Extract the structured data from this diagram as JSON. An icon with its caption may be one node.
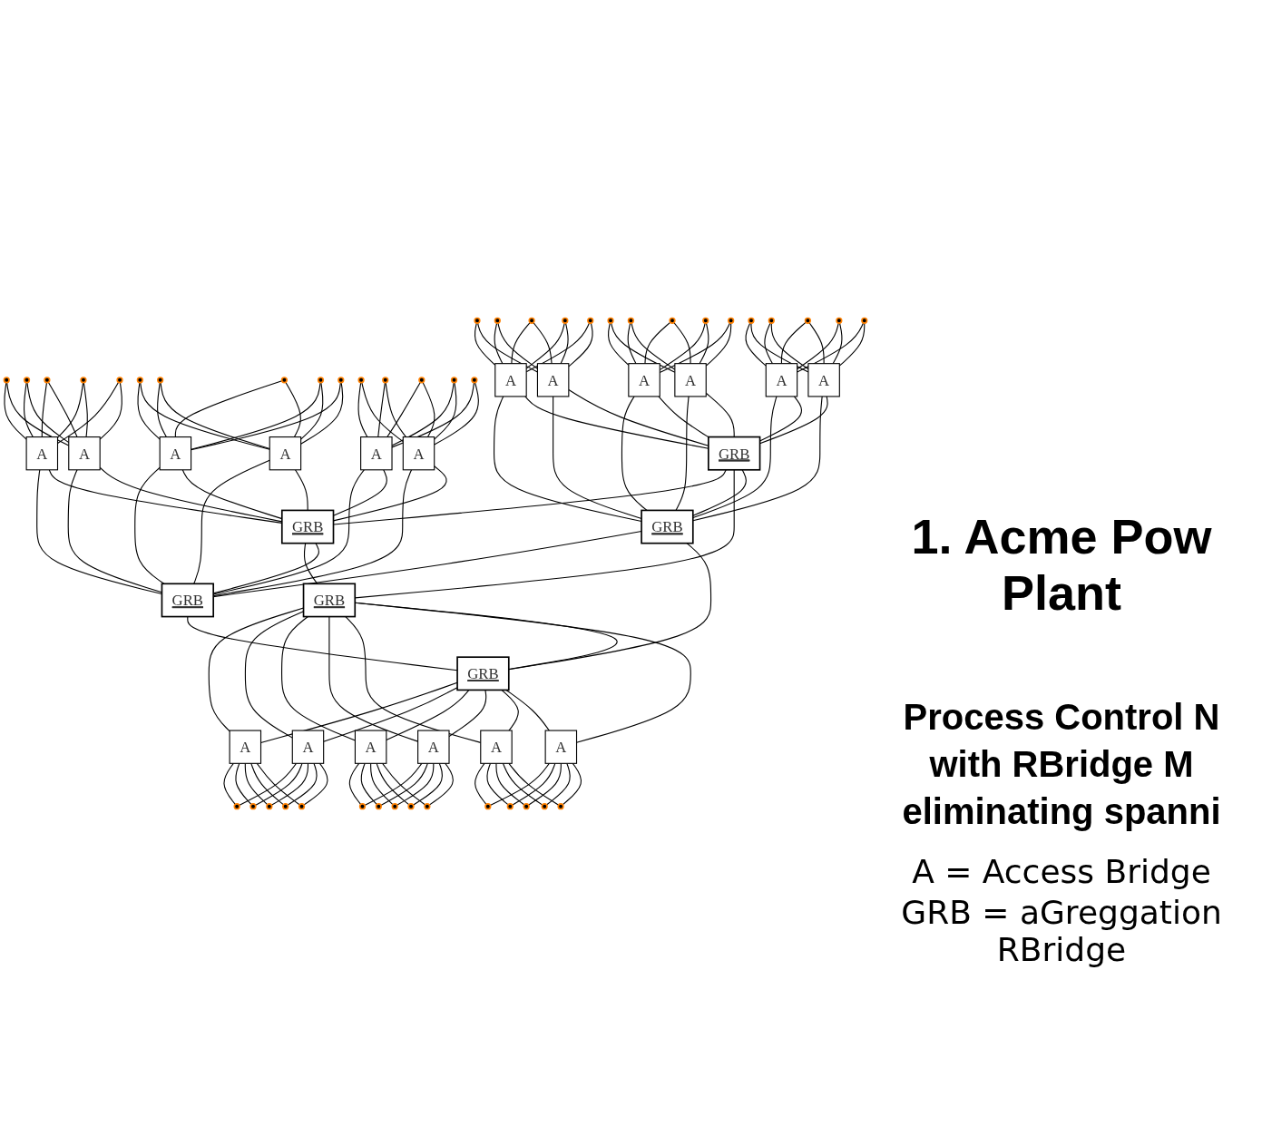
{
  "diagram": {
    "title": "1. Acme Pow Plant",
    "nodes": [
      {
        "text": [],
        "shape": "circle"
      },
      {
        "text": [],
        "shape": "circle"
      },
      {
        "text": [],
        "shape": "circle"
      },
      {
        "text": [],
        "shape": "circle"
      },
      {
        "text": [],
        "shape": "circle"
      },
      {
        "text": [],
        "shape": "circle"
      },
      {
        "text": [],
        "shape": "circle"
      },
      {
        "text": [],
        "shape": "circle"
      },
      {
        "text": [],
        "shape": "circle"
      },
      {
        "text": [],
        "shape": "circle"
      },
      {
        "text": [],
        "shape": "circle"
      },
      {
        "text": [],
        "shape": "circle"
      },
      {
        "text": [],
        "shape": "circle"
      },
      {
        "text": [],
        "shape": "circle"
      },
      {
        "text": [],
        "shape": "circle"
      },
      {
        "text": [],
        "shape": "circle"
      },
      {
        "text": [],
        "shape": "circle"
      },
      {
        "text": [],
        "shape": "circle"
      },
      {
        "text": [],
        "shape": "circle"
      },
      {
        "text": [],
        "shape": "circle"
      },
      {
        "text": [],
        "shape": "circle"
      },
      {
        "text": [],
        "shape": "circle"
      },
      {
        "text": [],
        "shape": "circle"
      },
      {
        "text": [],
        "shape": "circle"
      },
      {
        "text": [],
        "shape": "circle"
      },
      {
        "text": [],
        "shape": "circle"
      },
      {
        "text": [],
        "shape": "circle"
      },
      {
        "text": [],
        "shape": "circle"
      },
      {
        "text": [],
        "shape": "circle"
      },
      {
        "text": [],
        "shape": "circle"
      },
      {
        "text": [
          "A"
        ]
      },
      {
        "text": [
          "A"
        ]
      },
      {
        "text": [
          "A"
        ]
      },
      {
        "text": [
          "A"
        ]
      },
      {
        "text": [
          "A"
        ]
      },
      {
        "text": [
          "A"
        ]
      },
      {
        "text": [
          "A"
        ]
      },
      {
        "text": [
          "A"
        ]
      },
      {
        "text": [
          "A"
        ]
      },
      {
        "text": [
          "A"
        ]
      },
      {
        "text": [
          "A"
        ]
      },
      {
        "text": [
          "A"
        ]
      },
      {
        "text": [
          "GRB"
        ]
      },
      {
        "text": [
          "GRB"
        ]
      },
      {
        "text": [
          "GRB"
        ]
      },
      {
        "text": [
          "GRB"
        ]
      },
      {
        "text": [
          "GRB"
        ]
      },
      {
        "text": [
          "GRB"
        ]
      },
      {
        "text": [
          "A"
        ]
      },
      {
        "text": [
          "A"
        ]
      },
      {
        "text": [
          "A"
        ]
      },
      {
        "text": [
          "A"
        ]
      },
      {
        "text": [
          "A"
        ]
      },
      {
        "text": [
          "A"
        ]
      },
      {
        "text": [],
        "shape": "circle"
      },
      {
        "text": [],
        "shape": "circle"
      },
      {
        "text": [],
        "shape": "circle"
      },
      {
        "text": [],
        "shape": "circle"
      },
      {
        "text": [],
        "shape": "circle"
      },
      {
        "text": [],
        "shape": "circle"
      },
      {
        "text": [],
        "shape": "circle"
      },
      {
        "text": [],
        "shape": "circle"
      },
      {
        "text": [],
        "shape": "circle"
      },
      {
        "text": [],
        "shape": "circle"
      },
      {
        "text": [],
        "shape": "circle"
      },
      {
        "text": [],
        "shape": "circle"
      },
      {
        "text": [],
        "shape": "circle"
      },
      {
        "text": [],
        "shape": "circle"
      },
      {
        "text": [],
        "shape": "circle"
      }
    ],
    "edges": [
      {
        "from": 0,
        "to": 30,
        "arrow": "none"
      },
      {
        "from": 0,
        "to": 31,
        "arrow": "none"
      },
      {
        "from": 1,
        "to": 30,
        "arrow": "none"
      },
      {
        "from": 1,
        "to": 31,
        "arrow": "none"
      },
      {
        "from": 2,
        "to": 30,
        "arrow": "none"
      },
      {
        "from": 2,
        "to": 31,
        "arrow": "none"
      },
      {
        "from": 3,
        "to": 30,
        "arrow": "none"
      },
      {
        "from": 3,
        "to": 31,
        "arrow": "none"
      },
      {
        "from": 4,
        "to": 30,
        "arrow": "none"
      },
      {
        "from": 4,
        "to": 31,
        "arrow": "none"
      },
      {
        "from": 5,
        "to": 32,
        "arrow": "none"
      },
      {
        "from": 5,
        "to": 33,
        "arrow": "none"
      },
      {
        "from": 6,
        "to": 32,
        "arrow": "none"
      },
      {
        "from": 6,
        "to": 33,
        "arrow": "none"
      },
      {
        "from": 7,
        "to": 32,
        "arrow": "none"
      },
      {
        "from": 7,
        "to": 33,
        "arrow": "none"
      },
      {
        "from": 8,
        "to": 32,
        "arrow": "none"
      },
      {
        "from": 8,
        "to": 33,
        "arrow": "none"
      },
      {
        "from": 9,
        "to": 32,
        "arrow": "none"
      },
      {
        "from": 9,
        "to": 33,
        "arrow": "none"
      },
      {
        "from": 10,
        "to": 34,
        "arrow": "none"
      },
      {
        "from": 10,
        "to": 35,
        "arrow": "none"
      },
      {
        "from": 11,
        "to": 34,
        "arrow": "none"
      },
      {
        "from": 11,
        "to": 35,
        "arrow": "none"
      },
      {
        "from": 12,
        "to": 34,
        "arrow": "none"
      },
      {
        "from": 12,
        "to": 35,
        "arrow": "none"
      },
      {
        "from": 13,
        "to": 34,
        "arrow": "none"
      },
      {
        "from": 13,
        "to": 35,
        "arrow": "none"
      },
      {
        "from": 14,
        "to": 34,
        "arrow": "none"
      },
      {
        "from": 14,
        "to": 35,
        "arrow": "none"
      },
      {
        "from": 15,
        "to": 36,
        "arrow": "none"
      },
      {
        "from": 15,
        "to": 37,
        "arrow": "none"
      },
      {
        "from": 16,
        "to": 36,
        "arrow": "none"
      },
      {
        "from": 16,
        "to": 37,
        "arrow": "none"
      },
      {
        "from": 17,
        "to": 36,
        "arrow": "none"
      },
      {
        "from": 17,
        "to": 37,
        "arrow": "none"
      },
      {
        "from": 18,
        "to": 36,
        "arrow": "none"
      },
      {
        "from": 18,
        "to": 37,
        "arrow": "none"
      },
      {
        "from": 19,
        "to": 36,
        "arrow": "none"
      },
      {
        "from": 19,
        "to": 37,
        "arrow": "none"
      },
      {
        "from": 20,
        "to": 38,
        "arrow": "none"
      },
      {
        "from": 20,
        "to": 39,
        "arrow": "none"
      },
      {
        "from": 21,
        "to": 38,
        "arrow": "none"
      },
      {
        "from": 21,
        "to": 39,
        "arrow": "none"
      },
      {
        "from": 22,
        "to": 38,
        "arrow": "none"
      },
      {
        "from": 22,
        "to": 39,
        "arrow": "none"
      },
      {
        "from": 23,
        "to": 38,
        "arrow": "none"
      },
      {
        "from": 23,
        "to": 39,
        "arrow": "none"
      },
      {
        "from": 24,
        "to": 38,
        "arrow": "none"
      },
      {
        "from": 24,
        "to": 39,
        "arrow": "none"
      },
      {
        "from": 25,
        "to": 40,
        "arrow": "none"
      },
      {
        "from": 25,
        "to": 41,
        "arrow": "none"
      },
      {
        "from": 26,
        "to": 40,
        "arrow": "none"
      },
      {
        "from": 26,
        "to": 41,
        "arrow": "none"
      },
      {
        "from": 27,
        "to": 40,
        "arrow": "none"
      },
      {
        "from": 27,
        "to": 41,
        "arrow": "none"
      },
      {
        "from": 28,
        "to": 40,
        "arrow": "none"
      },
      {
        "from": 28,
        "to": 41,
        "arrow": "none"
      },
      {
        "from": 29,
        "to": 40,
        "arrow": "none"
      },
      {
        "from": 29,
        "to": 41,
        "arrow": "none"
      },
      {
        "from": 30,
        "to": 42,
        "arrow": "none"
      },
      {
        "from": 30,
        "to": 43,
        "arrow": "none"
      },
      {
        "from": 31,
        "to": 42,
        "arrow": "none"
      },
      {
        "from": 31,
        "to": 43,
        "arrow": "none"
      },
      {
        "from": 32,
        "to": 42,
        "arrow": "none"
      },
      {
        "from": 32,
        "to": 43,
        "arrow": "none"
      },
      {
        "from": 33,
        "to": 42,
        "arrow": "none"
      },
      {
        "from": 33,
        "to": 43,
        "arrow": "none"
      },
      {
        "from": 34,
        "to": 42,
        "arrow": "none"
      },
      {
        "from": 34,
        "to": 43,
        "arrow": "none"
      },
      {
        "from": 35,
        "to": 42,
        "arrow": "none"
      },
      {
        "from": 35,
        "to": 43,
        "arrow": "none"
      },
      {
        "from": 36,
        "to": 44,
        "arrow": "none"
      },
      {
        "from": 36,
        "to": 45,
        "arrow": "none"
      },
      {
        "from": 37,
        "to": 44,
        "arrow": "none"
      },
      {
        "from": 37,
        "to": 45,
        "arrow": "none"
      },
      {
        "from": 38,
        "to": 44,
        "arrow": "none"
      },
      {
        "from": 38,
        "to": 45,
        "arrow": "none"
      },
      {
        "from": 39,
        "to": 44,
        "arrow": "none"
      },
      {
        "from": 39,
        "to": 45,
        "arrow": "none"
      },
      {
        "from": 40,
        "to": 44,
        "arrow": "none"
      },
      {
        "from": 40,
        "to": 45,
        "arrow": "none"
      },
      {
        "from": 41,
        "to": 44,
        "arrow": "none"
      },
      {
        "from": 41,
        "to": 45,
        "arrow": "none"
      },
      {
        "from": 42,
        "to": 43,
        "arrow": "none"
      },
      {
        "from": 44,
        "to": 45,
        "arrow": "none"
      },
      {
        "from": 42,
        "to": 46,
        "arrow": "none"
      },
      {
        "from": 42,
        "to": 44,
        "arrow": "none"
      },
      {
        "from": 43,
        "to": 47,
        "arrow": "none"
      },
      {
        "from": 43,
        "to": 45,
        "arrow": "none"
      },
      {
        "from": 44,
        "to": 46,
        "arrow": "none"
      },
      {
        "from": 45,
        "to": 47,
        "arrow": "none"
      },
      {
        "from": 46,
        "to": 47,
        "arrow": "none"
      },
      {
        "from": 46,
        "to": 48,
        "arrow": "none"
      },
      {
        "from": 46,
        "to": 49,
        "arrow": "none"
      },
      {
        "from": 46,
        "to": 50,
        "arrow": "none"
      },
      {
        "from": 46,
        "to": 51,
        "arrow": "none"
      },
      {
        "from": 46,
        "to": 52,
        "arrow": "none"
      },
      {
        "from": 46,
        "to": 53,
        "arrow": "none"
      },
      {
        "from": 47,
        "to": 48,
        "arrow": "none"
      },
      {
        "from": 47,
        "to": 49,
        "arrow": "none"
      },
      {
        "from": 47,
        "to": 50,
        "arrow": "none"
      },
      {
        "from": 47,
        "to": 51,
        "arrow": "none"
      },
      {
        "from": 47,
        "to": 52,
        "arrow": "none"
      },
      {
        "from": 47,
        "to": 53,
        "arrow": "none"
      },
      {
        "from": 48,
        "to": 54,
        "arrow": "none"
      },
      {
        "from": 48,
        "to": 55,
        "arrow": "none"
      },
      {
        "from": 48,
        "to": 56,
        "arrow": "none"
      },
      {
        "from": 48,
        "to": 57,
        "arrow": "none"
      },
      {
        "from": 48,
        "to": 58,
        "arrow": "none"
      },
      {
        "from": 49,
        "to": 54,
        "arrow": "none"
      },
      {
        "from": 49,
        "to": 55,
        "arrow": "none"
      },
      {
        "from": 49,
        "to": 56,
        "arrow": "none"
      },
      {
        "from": 49,
        "to": 57,
        "arrow": "none"
      },
      {
        "from": 49,
        "to": 58,
        "arrow": "none"
      },
      {
        "from": 50,
        "to": 59,
        "arrow": "none"
      },
      {
        "from": 50,
        "to": 60,
        "arrow": "none"
      },
      {
        "from": 50,
        "to": 61,
        "arrow": "none"
      },
      {
        "from": 50,
        "to": 62,
        "arrow": "none"
      },
      {
        "from": 50,
        "to": 63,
        "arrow": "none"
      },
      {
        "from": 51,
        "to": 59,
        "arrow": "none"
      },
      {
        "from": 51,
        "to": 60,
        "arrow": "none"
      },
      {
        "from": 51,
        "to": 61,
        "arrow": "none"
      },
      {
        "from": 51,
        "to": 62,
        "arrow": "none"
      },
      {
        "from": 51,
        "to": 63,
        "arrow": "none"
      },
      {
        "from": 52,
        "to": 64,
        "arrow": "none"
      },
      {
        "from": 52,
        "to": 65,
        "arrow": "none"
      },
      {
        "from": 52,
        "to": 66,
        "arrow": "none"
      },
      {
        "from": 52,
        "to": 67,
        "arrow": "none"
      },
      {
        "from": 52,
        "to": 68,
        "arrow": "none"
      },
      {
        "from": 53,
        "to": 64,
        "arrow": "none"
      },
      {
        "from": 53,
        "to": 65,
        "arrow": "none"
      },
      {
        "from": 53,
        "to": 66,
        "arrow": "none"
      },
      {
        "from": 53,
        "to": 67,
        "arrow": "none"
      },
      {
        "from": 53,
        "to": 68,
        "arrow": "none"
      }
    ],
    "labels": [
      "Process Control N with RBridge M eliminating spanni",
      "A = Access Bridge",
      "GRB = aGreggation RBridge"
    ]
  }
}
